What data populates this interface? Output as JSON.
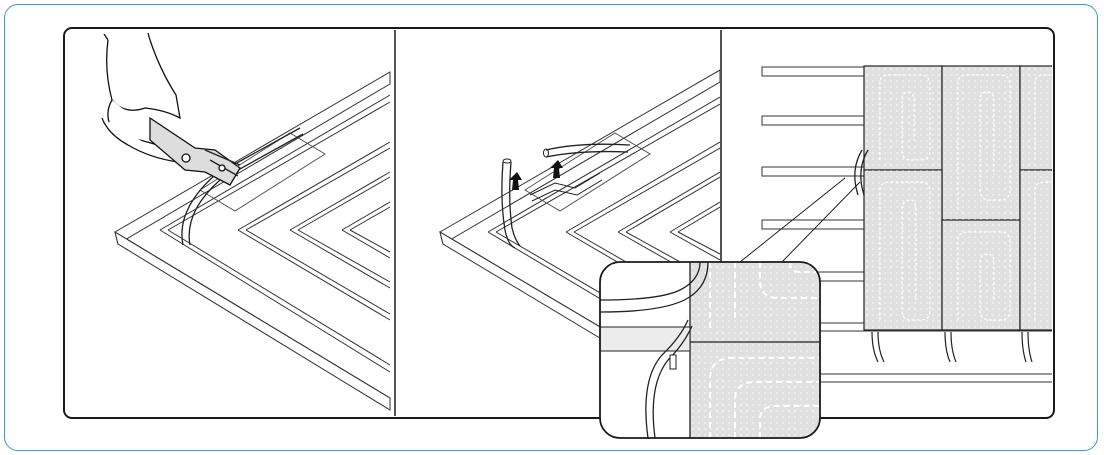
{
  "frame": {
    "accent_color": "#3c9ad0",
    "line_color": "#1a1a1a"
  },
  "panels": [
    {
      "id": "panel-cut-pipe",
      "icon": "pipe-cutter-icon",
      "description_shown": false
    },
    {
      "id": "panel-lift-pipe",
      "icon": "lift-arrows-icon",
      "description_shown": false
    },
    {
      "id": "panel-installed-grid",
      "icon": "floor-panels-icon",
      "description_shown": false
    }
  ],
  "inset": {
    "icon": "zoom-detail-icon"
  }
}
